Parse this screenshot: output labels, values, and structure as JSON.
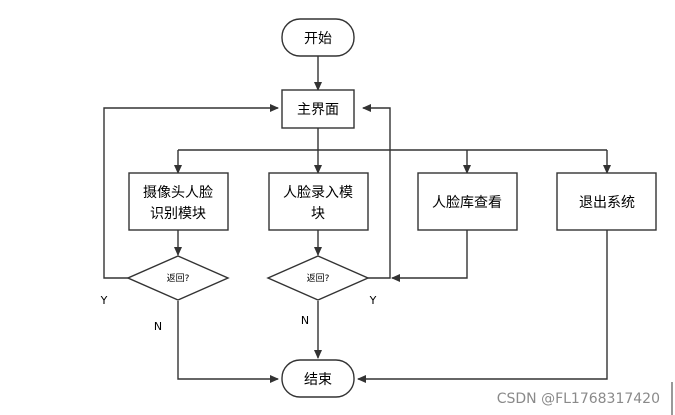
{
  "nodes": {
    "start": "开始",
    "main": "主界面",
    "camera_line1": "摄像头人脸",
    "camera_line2": "识别模块",
    "entry_line1": "人脸录入模",
    "entry_line2": "块",
    "library": "人脸库查看",
    "exit": "退出系统",
    "decision1": "返回?",
    "decision2": "返回?",
    "end": "结束"
  },
  "labels": {
    "y1": "Y",
    "n1": "N",
    "y2": "Y",
    "n2": "N"
  },
  "watermark": "CSDN @FL1768317420"
}
